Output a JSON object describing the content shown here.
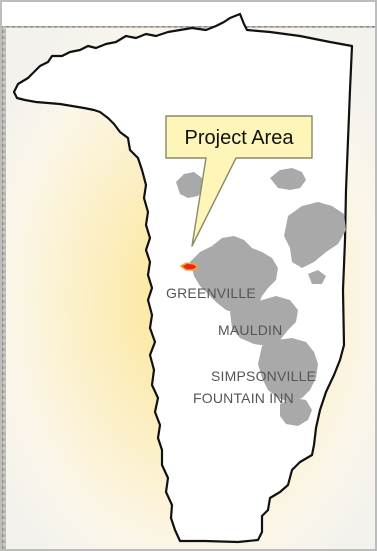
{
  "map": {
    "callout": {
      "label": "Project Area"
    },
    "cities": [
      {
        "name": "GREENVILLE"
      },
      {
        "name": "MAULDIN"
      },
      {
        "name": "SIMPSONVILLE"
      },
      {
        "name": "FOUNTAIN INN"
      }
    ],
    "colors": {
      "county_fill": "#ffffff",
      "county_outline": "#111111",
      "urban_area": "#a9a9a9",
      "callout_fill": "#fdf6b8",
      "callout_border": "#8a8a6a",
      "project_area_fill": "#e8261c",
      "project_area_outline": "#f3a630",
      "background_glow": "#f6d56a",
      "terrain_background": "#9a9a94"
    },
    "icons": {
      "project_area": "project-area-marker-icon"
    }
  }
}
